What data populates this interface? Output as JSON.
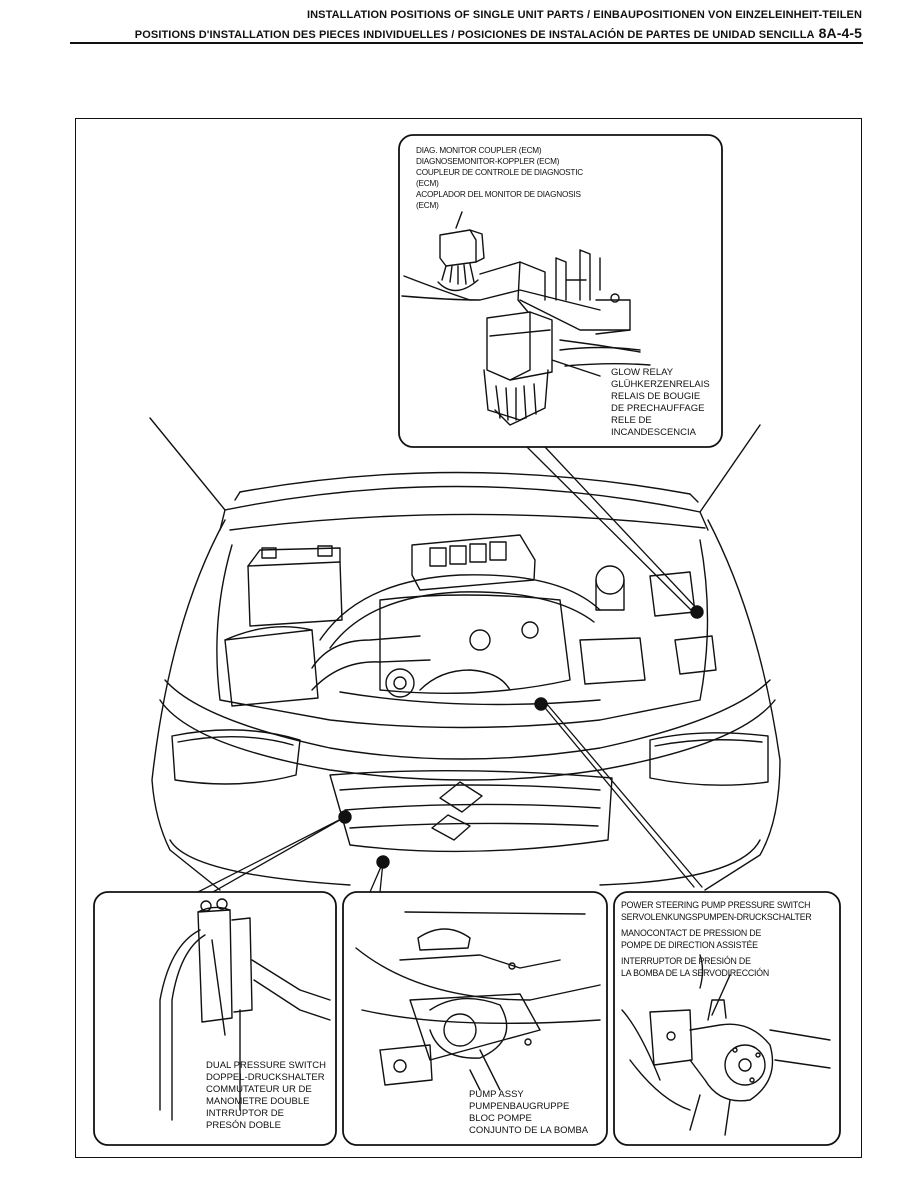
{
  "header": {
    "line1": "INSTALLATION POSITIONS OF SINGLE UNIT PARTS / EINBAUPOSITIONEN VON EINZELEINHEIT-TEILEN",
    "line2": "POSITIONS D'INSTALLATION DES PIECES INDIVIDUELLES / POSICIONES DE INSTALACIÓN DE PARTES DE UNIDAD SENCILLA",
    "page_number": "8A-4-5"
  },
  "callouts": {
    "diag_coupler": {
      "en": "DIAG. MONITOR COUPLER (ECM)",
      "de": "DIAGNOSEMONITOR-KOPPLER (ECM)",
      "fr1": "COUPLEUR DE CONTROLE DE DIAGNOSTIC",
      "fr2": "(ECM)",
      "es1": "ACOPLADOR DEL MONITOR DE DIAGNOSIS",
      "es2": "(ECM)"
    },
    "glow_relay": {
      "en": "GLOW RELAY",
      "de": "GLÜHKERZENRELAIS",
      "fr1": "RELAIS DE BOUGIE",
      "fr2": "DE PRECHAUFFAGE",
      "es1": "RELE DE",
      "es2": "INCANDESCENCIA"
    },
    "dual_pressure": {
      "en": "DUAL PRESSURE SWITCH",
      "de": "DOPPEL-DRUCKSHALTER",
      "fr1": "COMMUTATEUR UR DE",
      "fr2": "MANOMETRE DOUBLE",
      "es1": "INTRRUPTOR DE",
      "es2": "PRESÓN DOBLE"
    },
    "pump_assy": {
      "en": "PUMP ASSY",
      "de": "PUMPENBAUGRUPPE",
      "fr": "BLOC POMPE",
      "es": "CONJUNTO DE LA BOMBA"
    },
    "ps_switch": {
      "en": "POWER STEERING PUMP PRESSURE SWITCH",
      "de": "SERVOLENKUNGSPUMPEN-DRUCKSCHALTER",
      "fr1": "MANOCONTACT DE PRESSION DE",
      "fr2": "POMPE DE DIRECTION ASSISTÉE",
      "es1": "INTERRUPTOR DE PRESIÓN DE",
      "es2": "LA BOMBA DE LA SERVODIRECCIÓN"
    }
  },
  "icons": [
    "callout-dot-icon"
  ]
}
